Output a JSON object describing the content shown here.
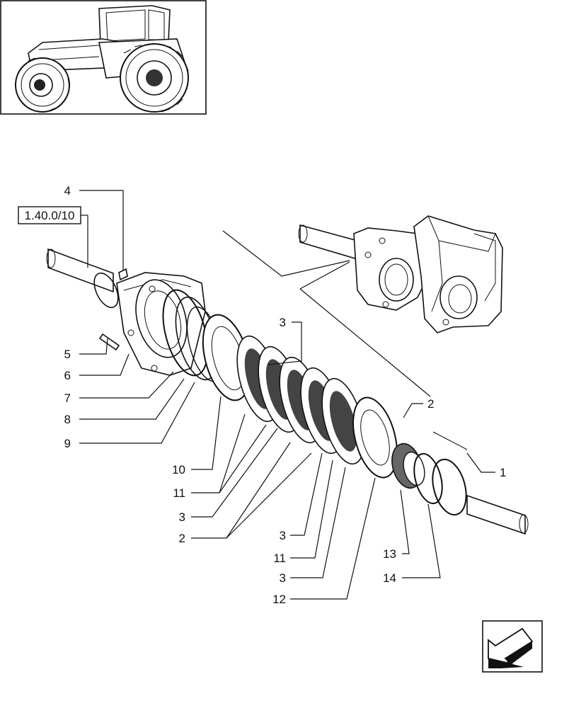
{
  "thumbnail": {
    "subject": "tractor-side-view"
  },
  "reference_box": {
    "text": "1.40.0/10"
  },
  "callouts": [
    {
      "id": "c4",
      "text": "4"
    },
    {
      "id": "c5",
      "text": "5"
    },
    {
      "id": "c6",
      "text": "6"
    },
    {
      "id": "c7",
      "text": "7"
    },
    {
      "id": "c8",
      "text": "8"
    },
    {
      "id": "c9",
      "text": "9"
    },
    {
      "id": "c10",
      "text": "10"
    },
    {
      "id": "c11a",
      "text": "11"
    },
    {
      "id": "c3a",
      "text": "3"
    },
    {
      "id": "c2a",
      "text": "2"
    },
    {
      "id": "c3b",
      "text": "3"
    },
    {
      "id": "c11b",
      "text": "11"
    },
    {
      "id": "c3c",
      "text": "3"
    },
    {
      "id": "c12",
      "text": "12"
    },
    {
      "id": "c13",
      "text": "13"
    },
    {
      "id": "c14",
      "text": "14"
    },
    {
      "id": "c1",
      "text": "1"
    },
    {
      "id": "c2b",
      "text": "2"
    },
    {
      "id": "c3top",
      "text": "3"
    }
  ],
  "nav": {
    "icon": "arrow-down-left-icon"
  }
}
